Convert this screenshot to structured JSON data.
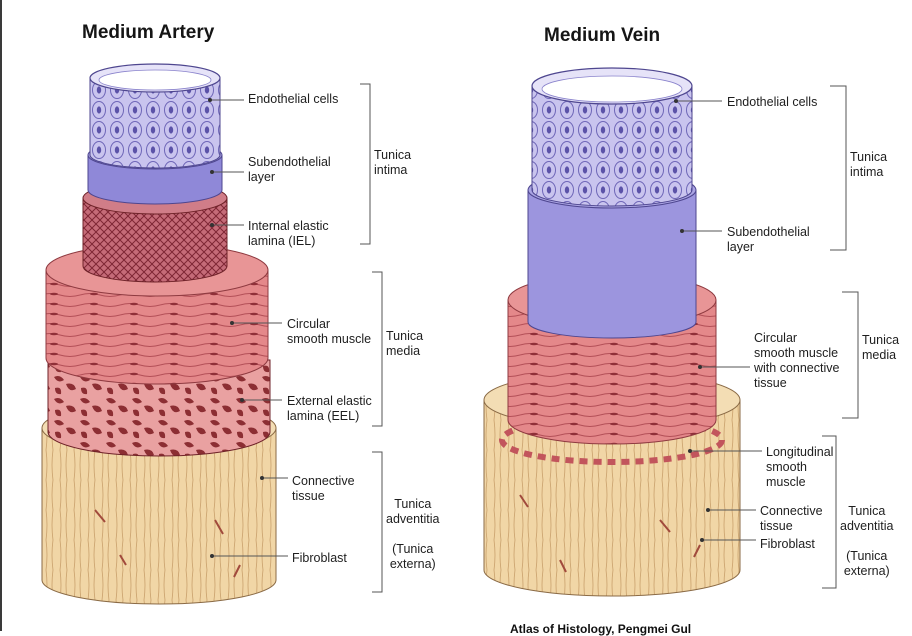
{
  "artery": {
    "title": "Medium Artery",
    "labels": {
      "endothelial": "Endothelial cells",
      "subendothelial": "Subendothelial\nlayer",
      "iel": "Internal elastic\nlamina (IEL)",
      "circular": "Circular\nsmooth muscle",
      "eel": "External elastic\nlamina (EEL)",
      "connective": "Connective\ntissue",
      "fibroblast": "Fibroblast"
    },
    "groups": {
      "intima": "Tunica\nintima",
      "media": "Tunica\nmedia",
      "adventitia": "Tunica\nadventitia\n\n(Tunica\nexterna)"
    }
  },
  "vein": {
    "title": "Medium Vein",
    "labels": {
      "endothelial": "Endothelial cells",
      "subendothelial": "Subendothelial\nlayer",
      "circular": "Circular\nsmooth muscle\nwith connective\ntissue",
      "longitudinal": "Longitudinal\nsmooth\nmuscle",
      "connective": "Connective\ntissue",
      "fibroblast": "Fibroblast"
    },
    "groups": {
      "intima": "Tunica\nintima",
      "media": "Tunica\nmedia",
      "adventitia": "Tunica\nadventitia\n\n(Tunica\nexterna)"
    }
  },
  "caption": "Atlas of Histology, Pengmei Gul",
  "colors": {
    "endothelium": "#b9b3e6",
    "subendothelial": "#8f88d8",
    "iel": "#b24b5c",
    "muscle": "#e0878a",
    "eel": "#8c2e33",
    "adventitia": "#f0d4a2"
  }
}
